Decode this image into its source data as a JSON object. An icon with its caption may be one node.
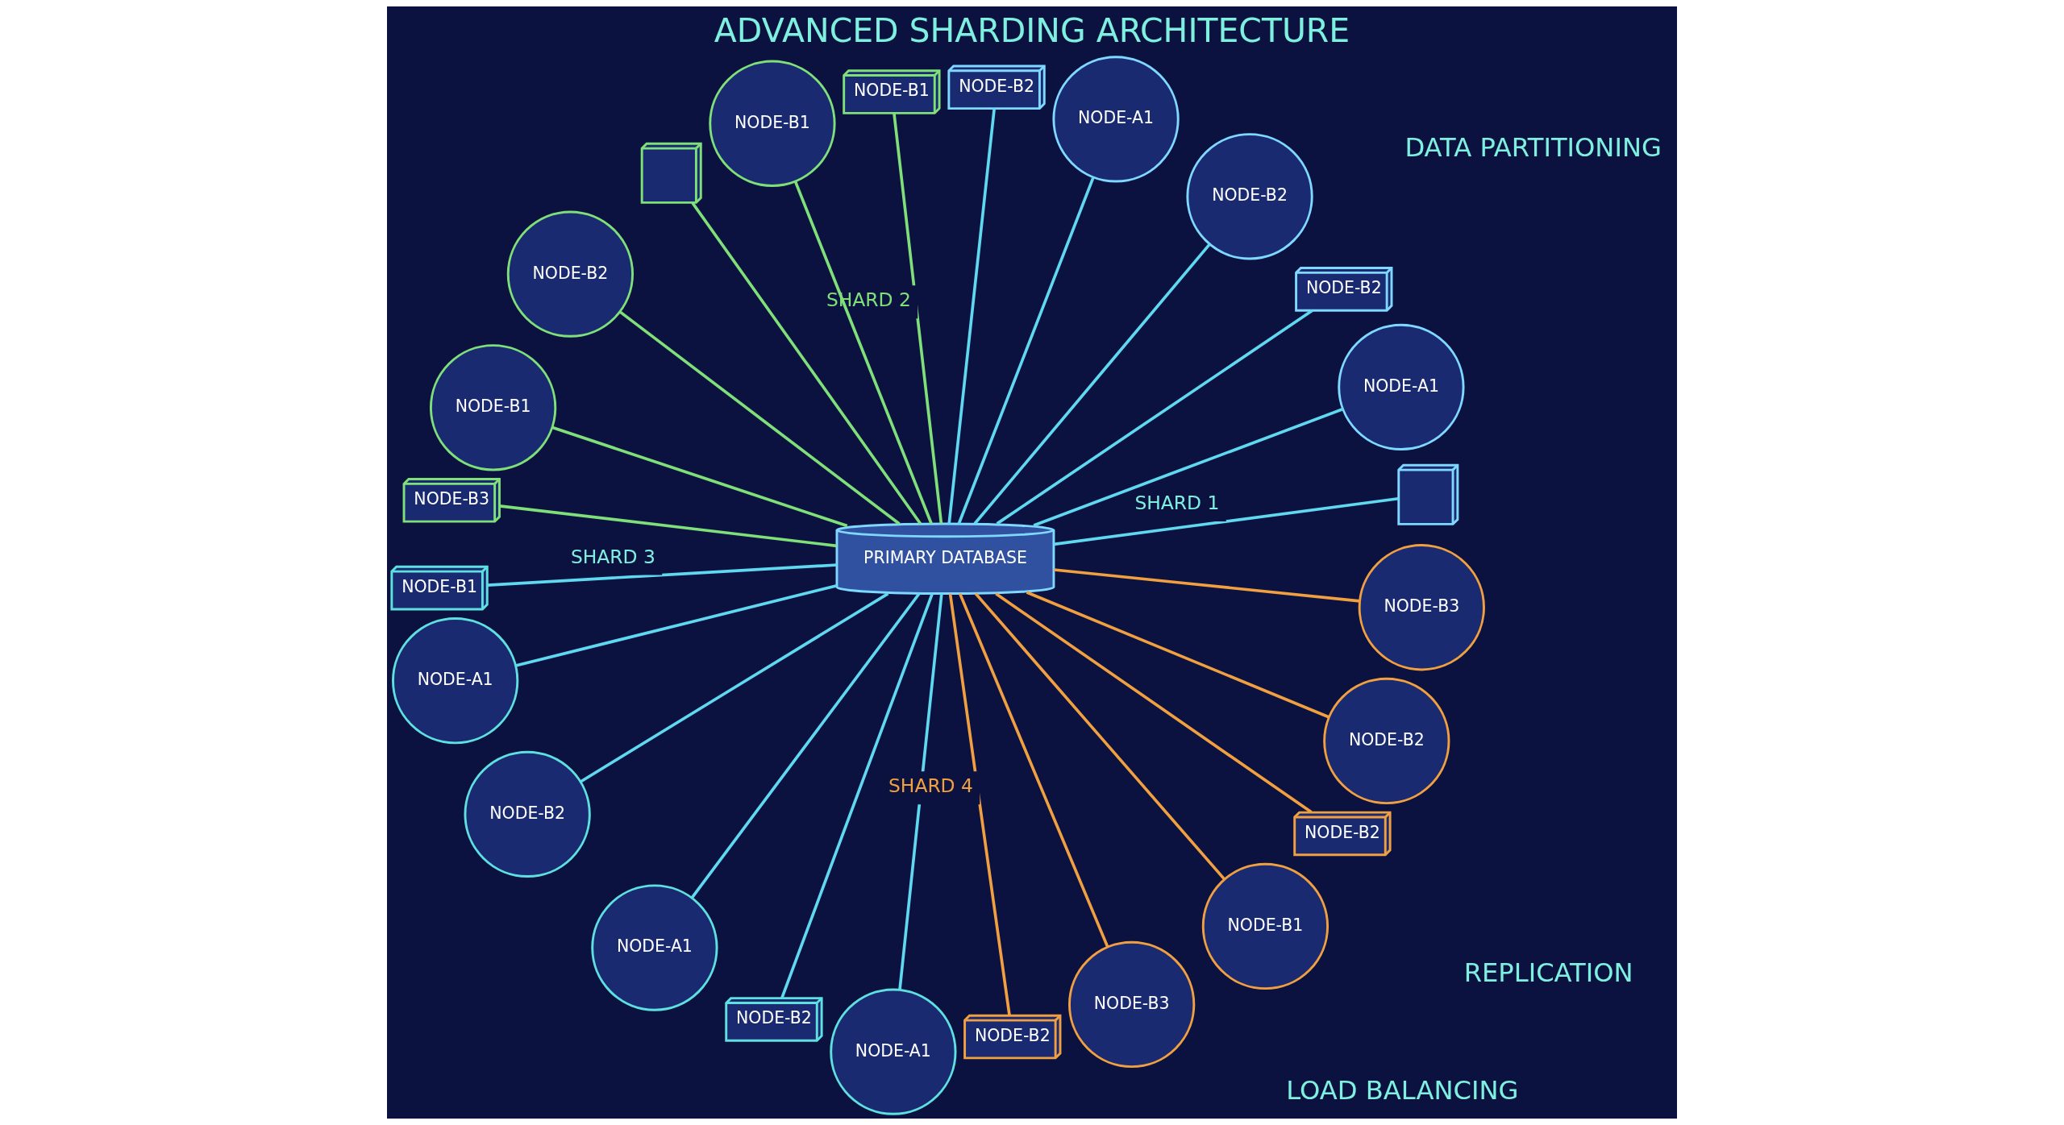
{
  "diagram": {
    "title": "ADVANCED SHARDING ARCHITECTURE",
    "nodes": [
      {
        "text": [
          "PRIMARY DATABASE"
        ]
      },
      {
        "text": [],
        "shape": "box"
      },
      {
        "text": [
          "NODE-A1"
        ]
      },
      {
        "text": [
          "NODE-B2"
        ]
      },
      {
        "text": [
          "NODE-B2"
        ]
      },
      {
        "text": [
          "NODE-A1"
        ]
      },
      {
        "text": [
          "NODE-B2"
        ]
      },
      {
        "text": [
          "NODE-B1"
        ]
      },
      {
        "text": [
          "NODE-B1"
        ]
      },
      {
        "text": [],
        "shape": "box"
      },
      {
        "text": [
          "NODE-B2"
        ]
      },
      {
        "text": [
          "NODE-B1"
        ]
      },
      {
        "text": [
          "NODE-B3"
        ]
      },
      {
        "text": [
          "NODE-B1"
        ]
      },
      {
        "text": [
          "NODE-A1"
        ]
      },
      {
        "text": [
          "NODE-B2"
        ]
      },
      {
        "text": [
          "NODE-A1"
        ]
      },
      {
        "text": [
          "NODE-B2"
        ]
      },
      {
        "text": [
          "NODE-A1"
        ]
      },
      {
        "text": [
          "NODE-B2"
        ]
      },
      {
        "text": [
          "NODE-B3"
        ]
      },
      {
        "text": [
          "NODE-B1"
        ]
      },
      {
        "text": [
          "NODE-B2"
        ]
      },
      {
        "text": [
          "NODE-B2"
        ]
      },
      {
        "text": [
          "NODE-B3"
        ]
      }
    ],
    "edges": [
      {
        "from": 0,
        "to": 1,
        "arrow": "none",
        "label": "SHARD 1"
      },
      {
        "from": 0,
        "to": 2,
        "arrow": "none"
      },
      {
        "from": 0,
        "to": 3,
        "arrow": "none"
      },
      {
        "from": 0,
        "to": 4,
        "arrow": "none"
      },
      {
        "from": 0,
        "to": 5,
        "arrow": "none"
      },
      {
        "from": 0,
        "to": 6,
        "arrow": "none"
      },
      {
        "from": 0,
        "to": 7,
        "arrow": "none",
        "label": "SHARD 2",
        "color": "#7fe07a"
      },
      {
        "from": 0,
        "to": 8,
        "arrow": "none",
        "color": "#7fe07a"
      },
      {
        "from": 0,
        "to": 9,
        "arrow": "none",
        "color": "#7fe07a"
      },
      {
        "from": 0,
        "to": 10,
        "arrow": "none",
        "color": "#7fe07a"
      },
      {
        "from": 0,
        "to": 11,
        "arrow": "none",
        "color": "#7fe07a"
      },
      {
        "from": 0,
        "to": 12,
        "arrow": "none",
        "color": "#7fe07a"
      },
      {
        "from": 0,
        "to": 13,
        "arrow": "none",
        "label": "SHARD 3"
      },
      {
        "from": 0,
        "to": 14,
        "arrow": "none"
      },
      {
        "from": 0,
        "to": 15,
        "arrow": "none"
      },
      {
        "from": 0,
        "to": 16,
        "arrow": "none"
      },
      {
        "from": 0,
        "to": 17,
        "arrow": "none"
      },
      {
        "from": 0,
        "to": 18,
        "arrow": "none"
      },
      {
        "from": 0,
        "to": 19,
        "arrow": "none",
        "label": "SHARD 4",
        "color": "#f0a040"
      },
      {
        "from": 0,
        "to": 20,
        "arrow": "none",
        "color": "#f0a040"
      },
      {
        "from": 0,
        "to": 21,
        "arrow": "none",
        "color": "#f0a040"
      },
      {
        "from": 0,
        "to": 22,
        "arrow": "none",
        "color": "#f0a040"
      },
      {
        "from": 0,
        "to": 23,
        "arrow": "none",
        "color": "#f0a040"
      },
      {
        "from": 0,
        "to": 24,
        "arrow": "none",
        "color": "#f0a040"
      }
    ],
    "labels": [
      "LOAD BALANCING",
      "DATA PARTITIONING",
      "REPLICATION"
    ]
  }
}
